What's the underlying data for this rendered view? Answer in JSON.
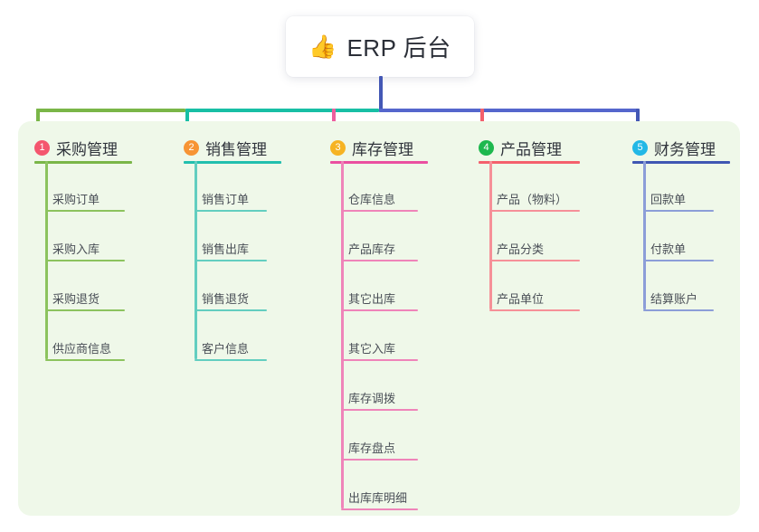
{
  "root": {
    "emoji": "👍",
    "emoji_name": "thumbs-up-icon",
    "title": "ERP 后台"
  },
  "colors": {
    "page_background": "#ffffff",
    "panel_background": "#eff8e9",
    "title_text": "#2b2f38",
    "item_text": "#4a4f57",
    "trunk": "#4458b5"
  },
  "connectors": {
    "trunk_color": "#4458b5",
    "segments": [
      {
        "name": "bus-green",
        "color": "#7ab648"
      },
      {
        "name": "bus-teal",
        "color": "#18bfa5"
      },
      {
        "name": "bus-indigo",
        "color": "#5566cc"
      }
    ],
    "drops": [
      {
        "name": "drop-purchase",
        "color": "#7ab648"
      },
      {
        "name": "drop-sales",
        "color": "#18bfa5"
      },
      {
        "name": "drop-inventory",
        "color": "#ee5f9e"
      },
      {
        "name": "drop-product",
        "color": "#f4606c"
      },
      {
        "name": "drop-finance",
        "color": "#4458b5"
      }
    ]
  },
  "columns": [
    {
      "id": "purchase",
      "number": "1",
      "title": "采购管理",
      "badge_color": "#f4566e",
      "rule_color": "#7ab648",
      "line_color": "#8cc35e",
      "items": [
        {
          "label": "采购订单"
        },
        {
          "label": "采购入库"
        },
        {
          "label": "采购退货"
        },
        {
          "label": "供应商信息"
        }
      ]
    },
    {
      "id": "sales",
      "number": "2",
      "title": "销售管理",
      "badge_color": "#f79434",
      "rule_color": "#22bfae",
      "line_color": "#63cec0",
      "items": [
        {
          "label": "销售订单"
        },
        {
          "label": "销售出库"
        },
        {
          "label": "销售退货"
        },
        {
          "label": "客户信息"
        }
      ]
    },
    {
      "id": "inventory",
      "number": "3",
      "title": "库存管理",
      "badge_color": "#f6b323",
      "rule_color": "#ea4fa0",
      "line_color": "#ef84b9",
      "items": [
        {
          "label": "仓库信息"
        },
        {
          "label": "产品库存"
        },
        {
          "label": "其它出库"
        },
        {
          "label": "其它入库"
        },
        {
          "label": "库存调拨"
        },
        {
          "label": "库存盘点"
        },
        {
          "label": "出库库明细"
        }
      ]
    },
    {
      "id": "product",
      "number": "4",
      "title": "产品管理",
      "badge_color": "#1eb84e",
      "rule_color": "#f4606c",
      "line_color": "#f69098",
      "items": [
        {
          "label": "产品（物料）"
        },
        {
          "label": "产品分类"
        },
        {
          "label": "产品单位"
        }
      ]
    },
    {
      "id": "finance",
      "number": "5",
      "title": "财务管理",
      "badge_color": "#22b8e6",
      "rule_color": "#3f57b3",
      "line_color": "#8c9ed8",
      "items": [
        {
          "label": "回款单"
        },
        {
          "label": "付款单"
        },
        {
          "label": "结算账户"
        }
      ]
    }
  ]
}
